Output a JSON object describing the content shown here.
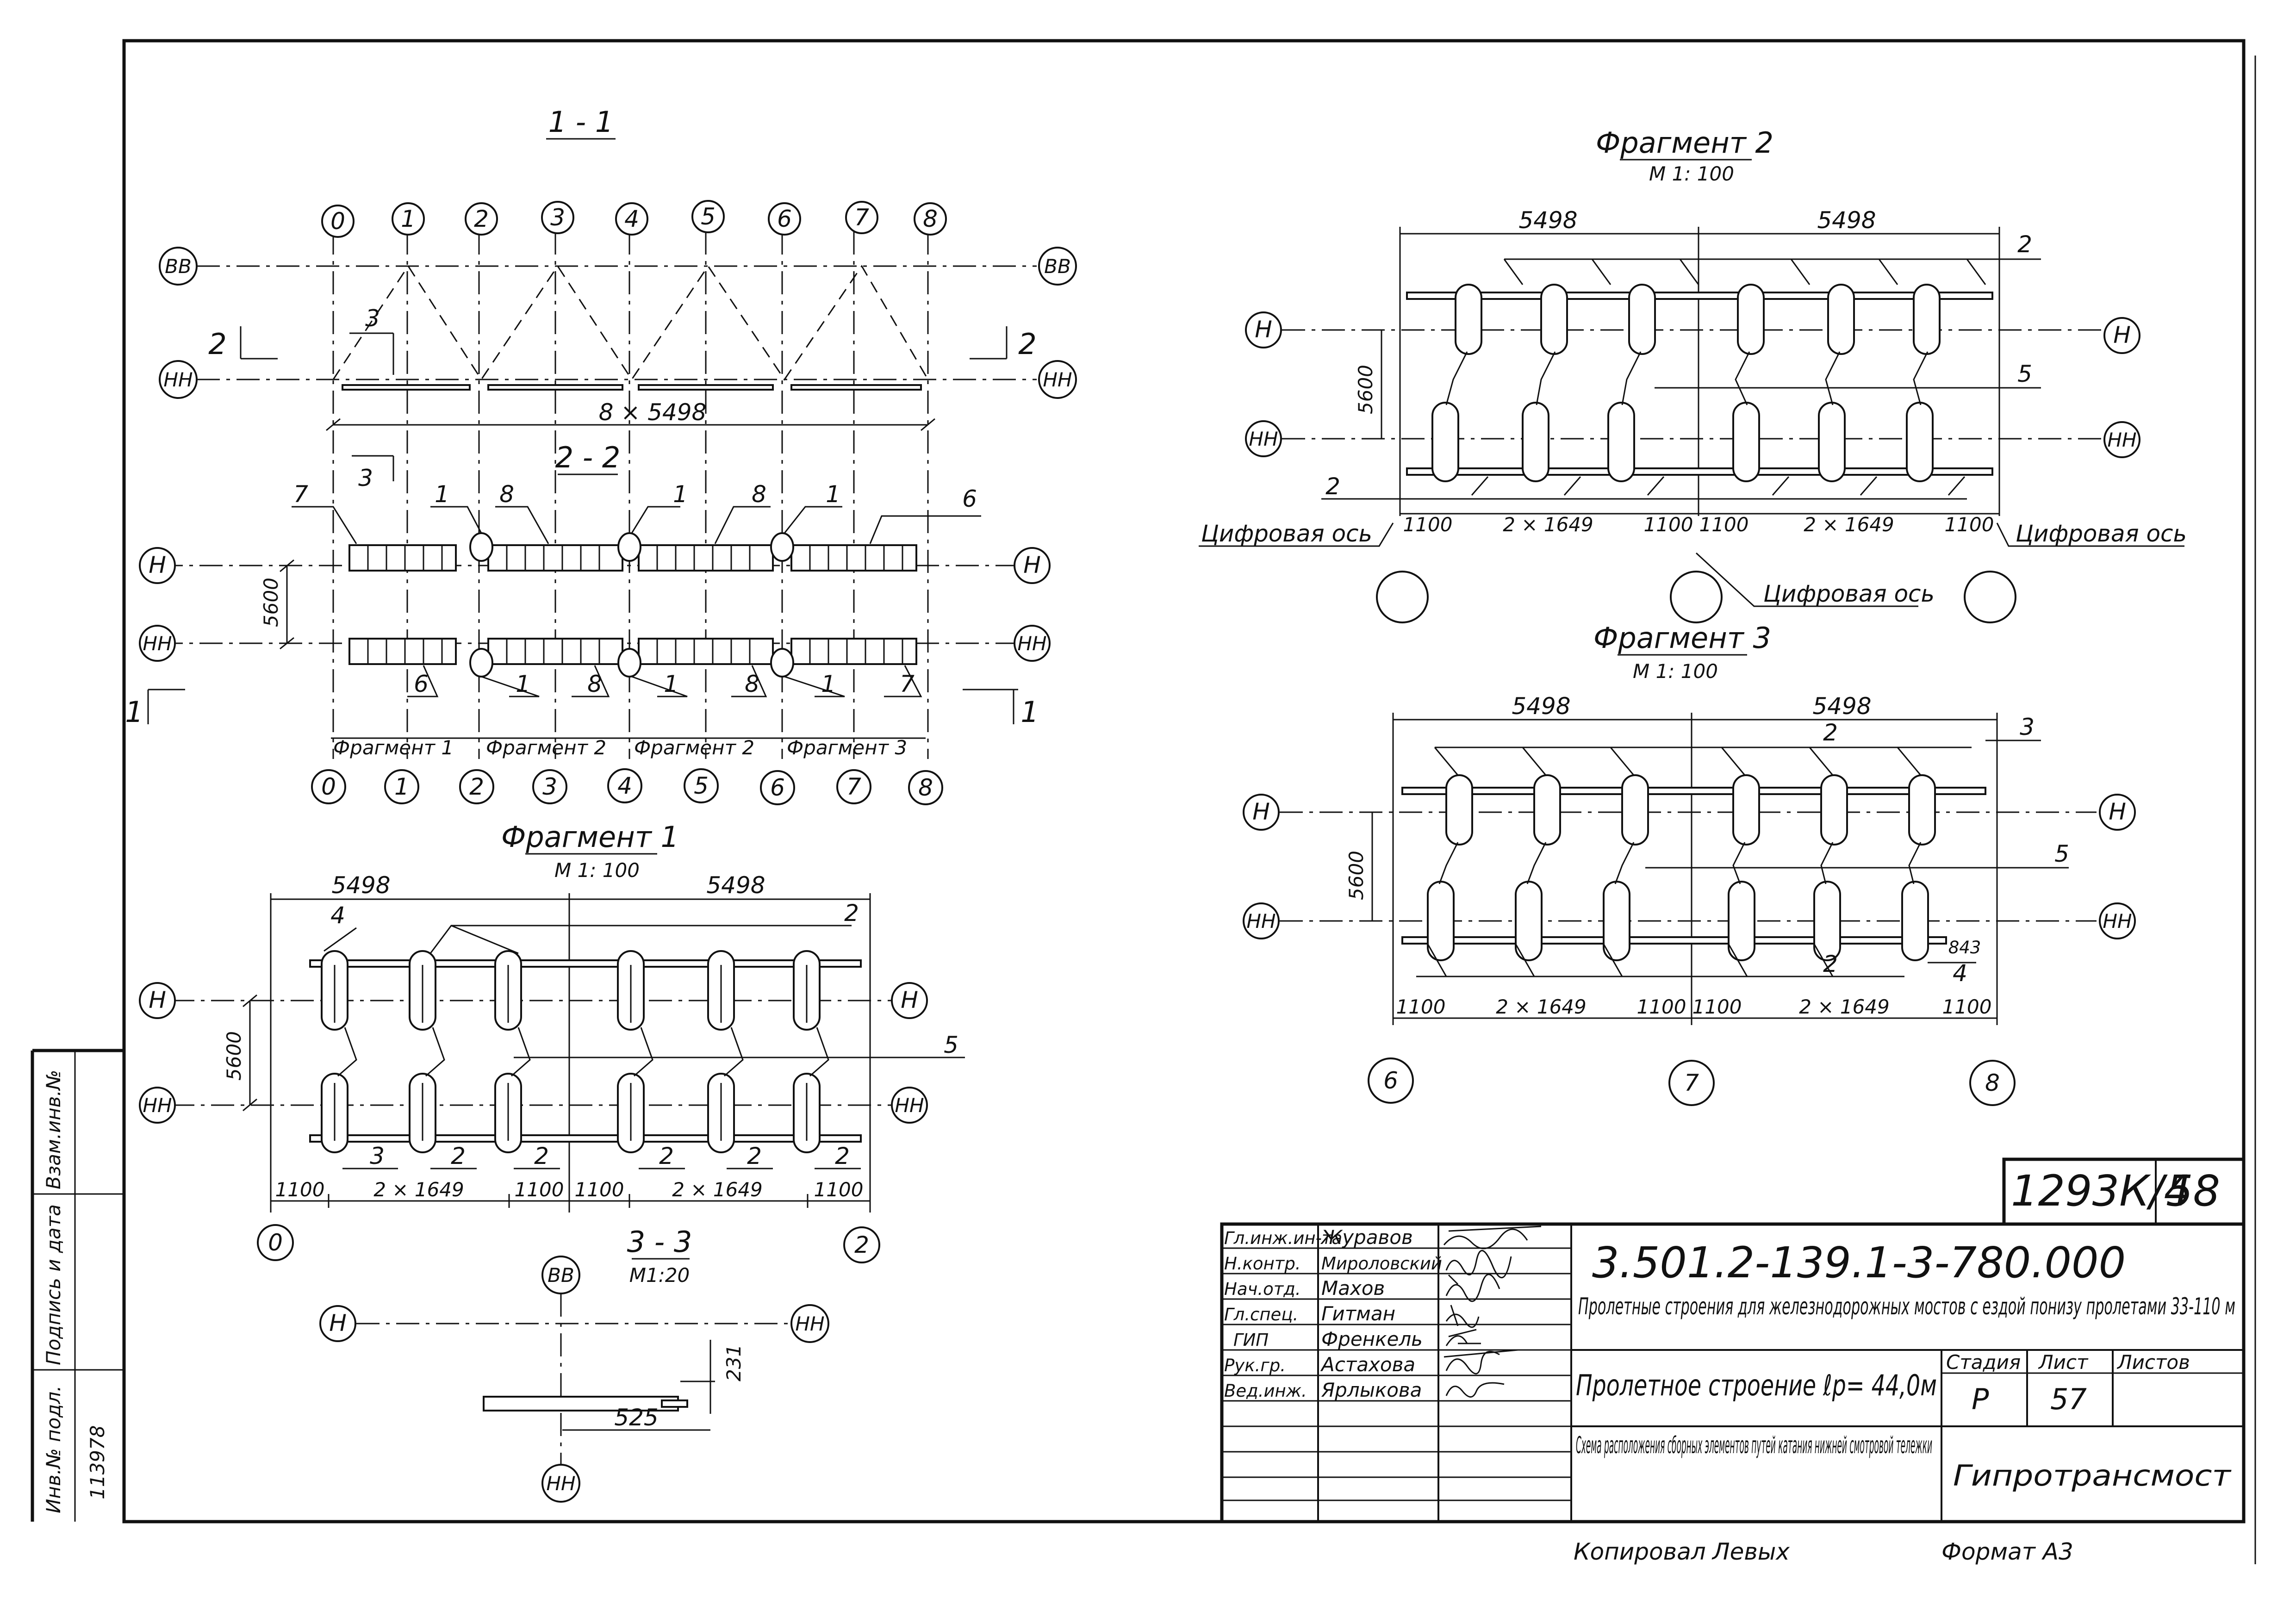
{
  "drawing": {
    "section_1_1": {
      "title": "1 - 1",
      "axes_top": [
        "0",
        "1",
        "2",
        "3",
        "4",
        "5",
        "6",
        "7",
        "8"
      ],
      "axes_bottom": [
        "0",
        "1",
        "2",
        "3",
        "4",
        "5",
        "6",
        "7",
        "8"
      ],
      "row_bb": "ВВ",
      "row_nn": "НН",
      "row_n": "Н",
      "mark_3": "3",
      "cut_2": "2",
      "cut_1": "1",
      "dim_span": "8 × 5498",
      "dim_5600": "5600",
      "view_2_2": "2 - 2",
      "positions_top": [
        "7",
        "1",
        "8",
        "1",
        "8",
        "1",
        "6"
      ],
      "positions_bottom": [
        "6",
        "1",
        "8",
        "1",
        "8",
        "1",
        "7"
      ],
      "fragments": [
        "Фрагмент 1",
        "Фрагмент 2",
        "Фрагмент 2",
        "Фрагмент 3"
      ]
    },
    "fragment_1": {
      "title": "Фрагмент 1",
      "scale": "М 1: 100",
      "dim_top": [
        "5498",
        "5498"
      ],
      "dim_bottom": [
        "1100",
        "2 × 1649",
        "1100",
        "1100",
        "2 × 1649",
        "1100"
      ],
      "dim_side": "5600",
      "labels": [
        "4",
        "2",
        "5",
        "3",
        "2",
        "2",
        "2",
        "2",
        "2"
      ],
      "axes": [
        "0",
        "2"
      ],
      "rows": [
        "Н",
        "НН"
      ]
    },
    "fragment_2": {
      "title": "Фрагмент 2",
      "scale": "М 1: 100",
      "dim_top": [
        "5498",
        "5498"
      ],
      "dim_bottom": [
        "1100",
        "2 × 1649",
        "1100",
        "1100",
        "2 × 1649",
        "1100"
      ],
      "dim_side": "5600",
      "labels": [
        "2",
        "5",
        "2"
      ],
      "axis_note": "Цифровая ось",
      "rows": [
        "Н",
        "НН"
      ]
    },
    "fragment_3": {
      "title": "Фрагмент 3",
      "scale": "М 1: 100",
      "dim_top": [
        "5498",
        "5498"
      ],
      "dim_bottom": [
        "1100",
        "2 × 1649",
        "1100",
        "1100",
        "2 × 1649",
        "1100"
      ],
      "dim_side": "5600",
      "dim_843": "843",
      "labels": [
        "2",
        "3",
        "5",
        "2",
        "4"
      ],
      "axes": [
        "6",
        "7",
        "8"
      ],
      "rows": [
        "Н",
        "НН"
      ]
    },
    "section_3_3": {
      "title": "3 - 3",
      "scale": "М1:20",
      "rows": [
        "ВВ",
        "Н",
        "НН",
        "НН"
      ],
      "dim_231": "231",
      "dim_525": "525"
    }
  },
  "stamp": {
    "sheet_code": "1293К/4",
    "sheet_num": "58",
    "doc_code": "3.501.2-139.1-3-780.000",
    "project_title": "Пролетные строения для железнодорожных мостов с ездой понизу пролетами 33-110 м",
    "object": "Пролетное строение ℓр= 44,0м",
    "drawing_title": "Схема расположения сборных элементов путей катания нижней смотровой тележки",
    "org": "Гипротрансмост",
    "stage_label": "Стадия",
    "sheet_label": "Лист",
    "sheets_label": "Листов",
    "stage": "Р",
    "sheet": "57",
    "sheets": "",
    "roles": [
      {
        "role": "Гл.инж.ин-та",
        "name": "Журавов"
      },
      {
        "role": "Н.контр.",
        "name": "Мироловский"
      },
      {
        "role": "Нач.отд.",
        "name": "Махов"
      },
      {
        "role": "Гл.спец.",
        "name": "Гитман"
      },
      {
        "role": "ГИП",
        "name": "Френкель"
      },
      {
        "role": "Рук.гр.",
        "name": "Астахова"
      },
      {
        "role": "Вед.инж.",
        "name": "Ярлыкова"
      }
    ],
    "copied_label": "Копировал",
    "copied_name": "Левых",
    "format_label": "Формат А3"
  },
  "side_stamp": {
    "col1": "Инв.№ подл.",
    "col2": "Подпись и дата",
    "col3": "Взам.инв.№",
    "inv": "113978"
  }
}
